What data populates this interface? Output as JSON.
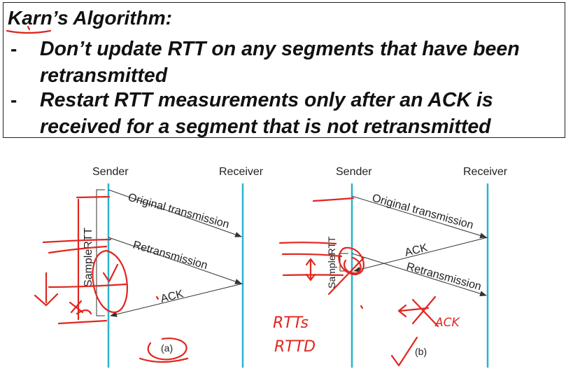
{
  "header": {
    "title": "Karn’s Algorithm:",
    "bullets": [
      {
        "dash": "-",
        "lines": [
          "Don’t update RTT on any segments that have been",
          "retransmitted"
        ]
      },
      {
        "dash": "-",
        "lines": [
          "Restart RTT measurements only after an ACK is",
          "received for a segment that is not retransmitted"
        ]
      }
    ]
  },
  "diagram_a": {
    "sender": "Sender",
    "receiver": "Receiver",
    "original": "Original transmission",
    "retransmission": "Retransmission",
    "ack": "ACK",
    "sample": "SampleRTT",
    "caption": "(a)"
  },
  "diagram_b": {
    "sender": "Sender",
    "receiver": "Receiver",
    "original": "Original transmission",
    "ack": "ACK",
    "retransmission": "Retransmission",
    "sample": "SampleRTT",
    "caption": "(b)"
  },
  "annotations": {
    "rtts": "RTTs",
    "rttd": "RTTD",
    "ack_scribble": "ACK"
  },
  "colors": {
    "timeline": "#2bb3d1",
    "ink": "#e0261f",
    "text": "#111111"
  }
}
